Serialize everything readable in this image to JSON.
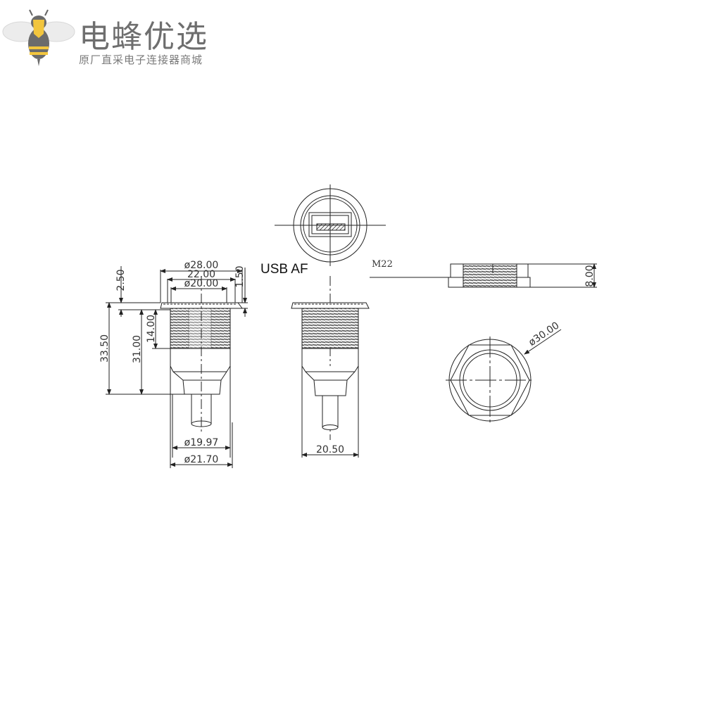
{
  "logo": {
    "title": "电蜂优选",
    "subtitle": "原厂直采电子连接器商城",
    "icon": "bee-icon",
    "colors": {
      "bee_yellow": "#f2c53d",
      "bee_gray": "#6b6b6b",
      "text_gray": "#6e6e6e"
    }
  },
  "drawing": {
    "product_label": "USB AF",
    "thread_label": "M22",
    "views": {
      "side_view_left": {
        "dimensions": {
          "flange_diameter": "ø28.00",
          "width_22": "22.00",
          "inner_diameter": "ø20.00",
          "flange_step": "2.50",
          "flange_thickness": "1.50",
          "thread_length": "14.00",
          "body_length_31": "31.00",
          "total_length": "33.50",
          "lower_diameter_1997": "ø19.97",
          "lower_diameter_2170": "ø21.70"
        }
      },
      "front_view_center": {
        "dimensions": {
          "body_width": "20.50"
        }
      },
      "nut_side_view": {
        "dimensions": {
          "nut_height": "8.00"
        }
      },
      "nut_top_view": {
        "dimensions": {
          "nut_diameter": "ø30.00"
        }
      }
    },
    "colors": {
      "line": "#222222",
      "thread_fill": "#555555"
    }
  }
}
